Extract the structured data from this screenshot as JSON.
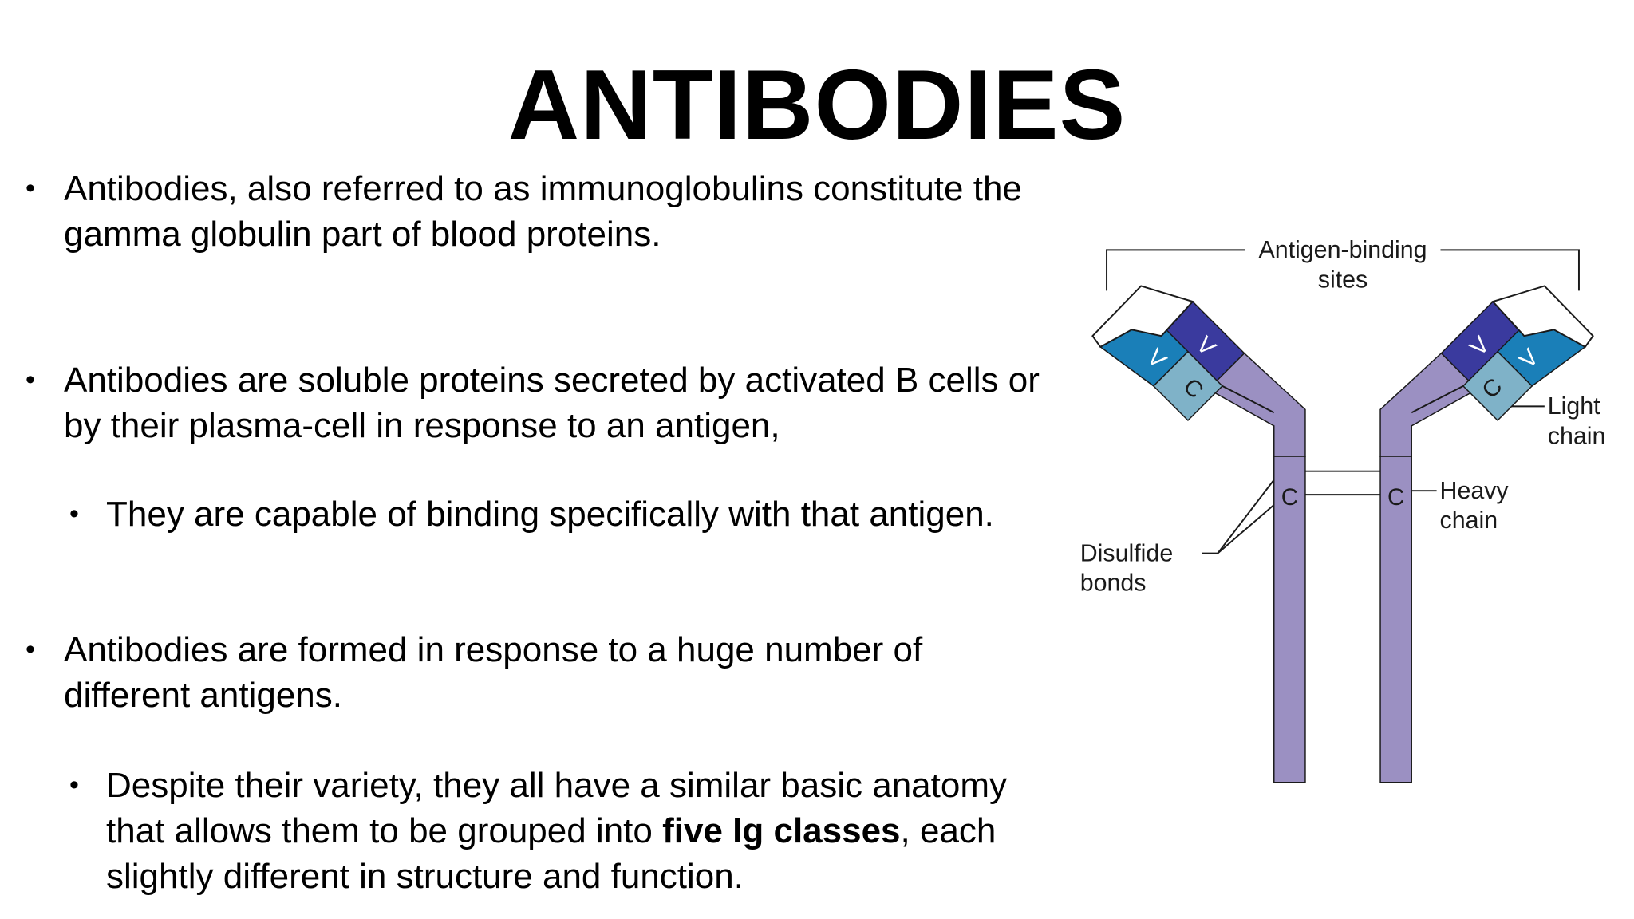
{
  "slide": {
    "title": "ANTIBODIES",
    "bullets": [
      {
        "level": 1,
        "text": "Antibodies, also referred to as immunoglobulins constitute the gamma globulin part of blood proteins."
      },
      {
        "level": 1,
        "text": "Antibodies are soluble proteins secreted by activated B cells or by their plasma-cell in response to an antigen,"
      },
      {
        "level": 2,
        "text": "They are capable of binding specifically with that antigen."
      },
      {
        "level": 1,
        "text": "Antibodies are formed in response to a huge number of different antigens."
      },
      {
        "level": 2,
        "text_before": "Despite their variety, they all have a similar basic anatomy that allows them to be grouped into ",
        "bold": "five Ig classes",
        "text_after": ", each slightly different in structure and function."
      }
    ]
  },
  "diagram": {
    "labels": {
      "antigen_binding_line1": "Antigen-binding",
      "antigen_binding_line2": "sites",
      "light_chain_line1": "Light",
      "light_chain_line2": "chain",
      "heavy_chain_line1": "Heavy",
      "heavy_chain_line2": "chain",
      "disulfide_line1": "Disulfide",
      "disulfide_line2": "bonds"
    },
    "domain_letters": {
      "variable": "V",
      "constant": "C"
    },
    "colors": {
      "heavy_chain": "#9b90c2",
      "heavy_variable": "#3a3a9e",
      "light_variable": "#1a7fb8",
      "light_constant": "#7fb2c8",
      "outline": "#1a1a1a"
    }
  }
}
